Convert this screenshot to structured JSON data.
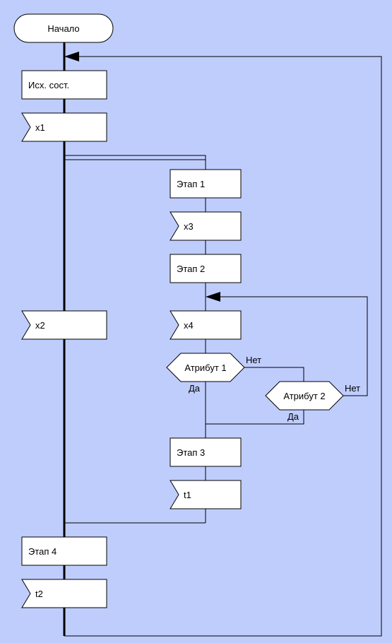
{
  "colors": {
    "background": "#bfcdfd",
    "box_fill": "#ffffff",
    "stroke": "#000000"
  },
  "diagram": {
    "start": "Начало",
    "initial_state": "Исх. сост.",
    "events": {
      "x1": "x1",
      "x2": "x2",
      "x3": "x3",
      "x4": "x4",
      "t1": "t1",
      "t2": "t2"
    },
    "stages": {
      "stage1": "Этап 1",
      "stage2": "Этап 2",
      "stage3": "Этап 3",
      "stage4": "Этап 4"
    },
    "conditions": {
      "attr1": "Атрибут 1",
      "attr2": "Атрибут 2"
    },
    "labels": {
      "attr1_no": "Нет",
      "attr1_yes": "Да",
      "attr2_no": "Нет",
      "attr2_yes": "Да"
    }
  }
}
